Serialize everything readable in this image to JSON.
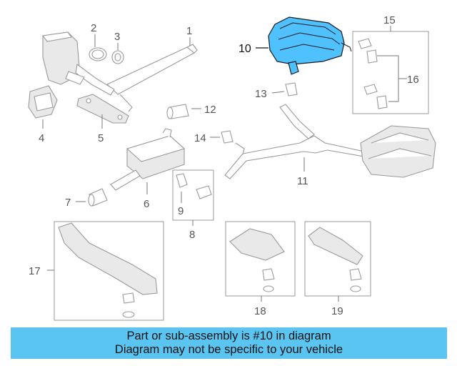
{
  "callouts": {
    "c1": "1",
    "c2": "2",
    "c3": "3",
    "c4": "4",
    "c5": "5",
    "c6": "6",
    "c7": "7",
    "c8": "8",
    "c9": "9",
    "c10": "10",
    "c11": "11",
    "c12": "12",
    "c13": "13",
    "c14": "14",
    "c15": "15",
    "c16": "16",
    "c17": "17",
    "c18": "18",
    "c19": "19"
  },
  "highlighted_part": "10",
  "colors": {
    "highlight": "#4fc1ff",
    "banner": "#5bc5f2",
    "line": "#9a9a9a"
  },
  "banner": {
    "line1": "Part or sub-assembly is #10 in diagram",
    "line2": "Diagram may not be specific to your vehicle"
  }
}
